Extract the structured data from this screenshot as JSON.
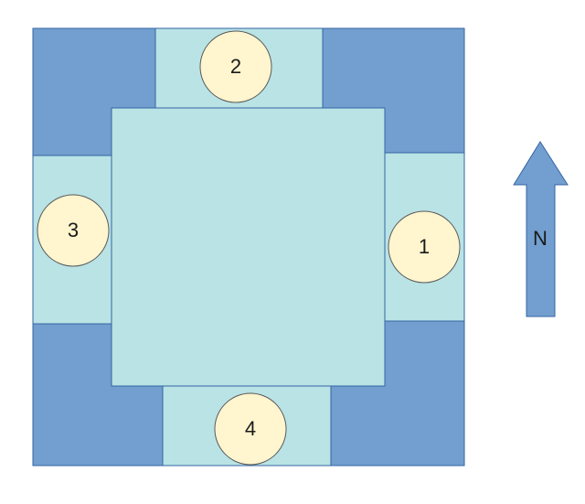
{
  "colors": {
    "outer_fill": "#729fcf",
    "inner_fill": "#b9e3e5",
    "circle_fill": "#fff5ce",
    "stroke": "#3465a4",
    "circle_stroke": "#5a5a5a",
    "arrow_fill": "#729fcf"
  },
  "markers": [
    {
      "label": "1"
    },
    {
      "label": "2"
    },
    {
      "label": "3"
    },
    {
      "label": "4"
    }
  ],
  "compass": {
    "label": "N",
    "icon": "north-arrow-icon"
  }
}
